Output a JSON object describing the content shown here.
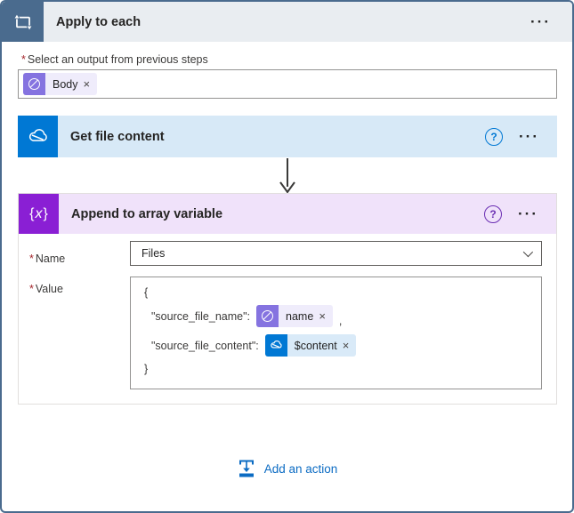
{
  "colors": {
    "scope_accent": "#4a6b8e",
    "onedrive_blue": "#0078d4",
    "variables_purple": "#8a1fd4",
    "http_purple": "#8573e0",
    "link_blue": "#0b6bc3"
  },
  "scope": {
    "title": "Apply to each",
    "menu": "···",
    "required": "*",
    "output_label": "Select an output from previous steps",
    "token_body": {
      "label": "Body",
      "remove": "×"
    }
  },
  "get_file_content": {
    "title": "Get file content",
    "help": "?",
    "menu": "···"
  },
  "append_action": {
    "title": "Append to array variable",
    "help": "?",
    "menu": "···",
    "icon_open": "{",
    "icon_x": "x",
    "icon_close": "}",
    "name_field": {
      "required": "*",
      "label": "Name",
      "value": "Files"
    },
    "value_field": {
      "required": "*",
      "label": "Value",
      "json_open": "{",
      "json_close": "}",
      "row1": {
        "key": "\"source_file_name\":",
        "token": "name",
        "remove": "×",
        "trailing": ","
      },
      "row2": {
        "key": "\"source_file_content\":",
        "token": "$content",
        "remove": "×"
      }
    }
  },
  "footer": {
    "add_action": "Add an action"
  }
}
